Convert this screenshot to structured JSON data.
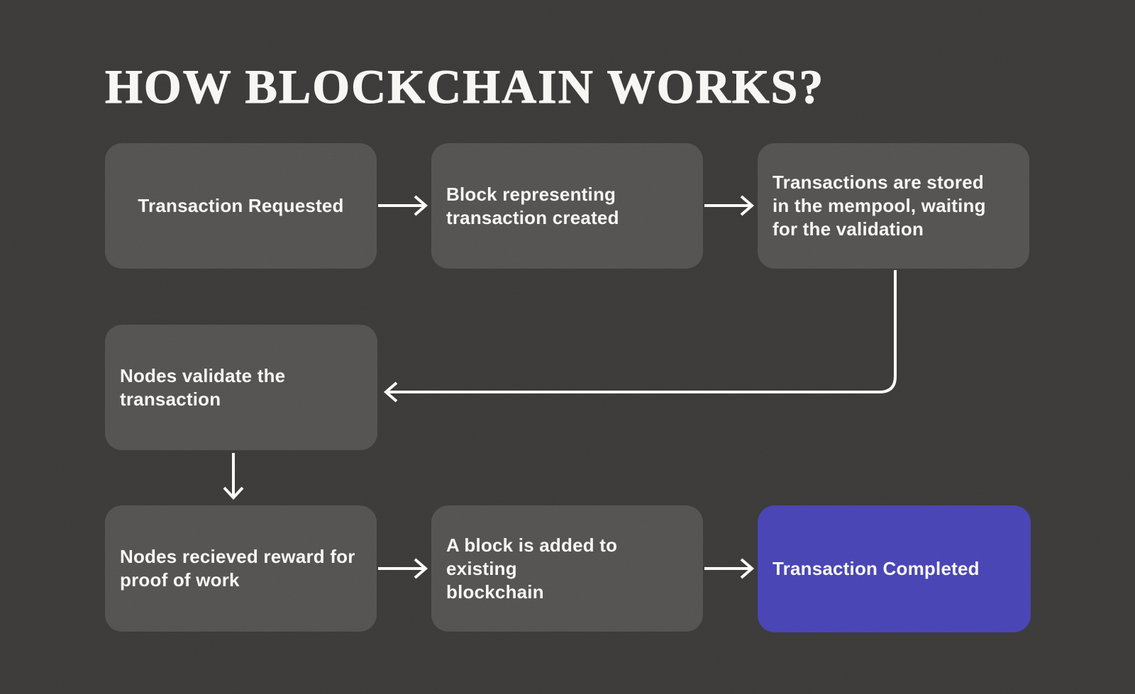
{
  "title": "HOW BLOCKCHAIN WORKS?",
  "colors": {
    "background": "#3a3938",
    "box": "#545250",
    "accent": "#4743b4",
    "text": "#f7f6f3",
    "arrow": "#fcfcfa"
  },
  "flow": {
    "steps": [
      {
        "label": "Transaction Requested",
        "variant": "gray"
      },
      {
        "label": "Block representing\ntransaction created",
        "variant": "gray"
      },
      {
        "label": "Transactions are stored\nin the mempool, waiting\nfor the validation",
        "variant": "gray"
      },
      {
        "label": "Nodes validate the\ntransaction",
        "variant": "gray"
      },
      {
        "label": "Nodes recieved reward for\nproof of work",
        "variant": "gray"
      },
      {
        "label": "A block is added to existing\nblockchain",
        "variant": "gray"
      },
      {
        "label": "Transaction Completed",
        "variant": "accent"
      }
    ],
    "connectors": [
      {
        "name": "arrow-step1-to-step2",
        "type": "arrow-right"
      },
      {
        "name": "arrow-step2-to-step3",
        "type": "arrow-right"
      },
      {
        "name": "arrow-step3-to-step4",
        "type": "arrow-elbow-down-left"
      },
      {
        "name": "arrow-step4-to-step5",
        "type": "arrow-down"
      },
      {
        "name": "arrow-step5-to-step6",
        "type": "arrow-right"
      },
      {
        "name": "arrow-step6-to-step7",
        "type": "arrow-right"
      }
    ]
  }
}
